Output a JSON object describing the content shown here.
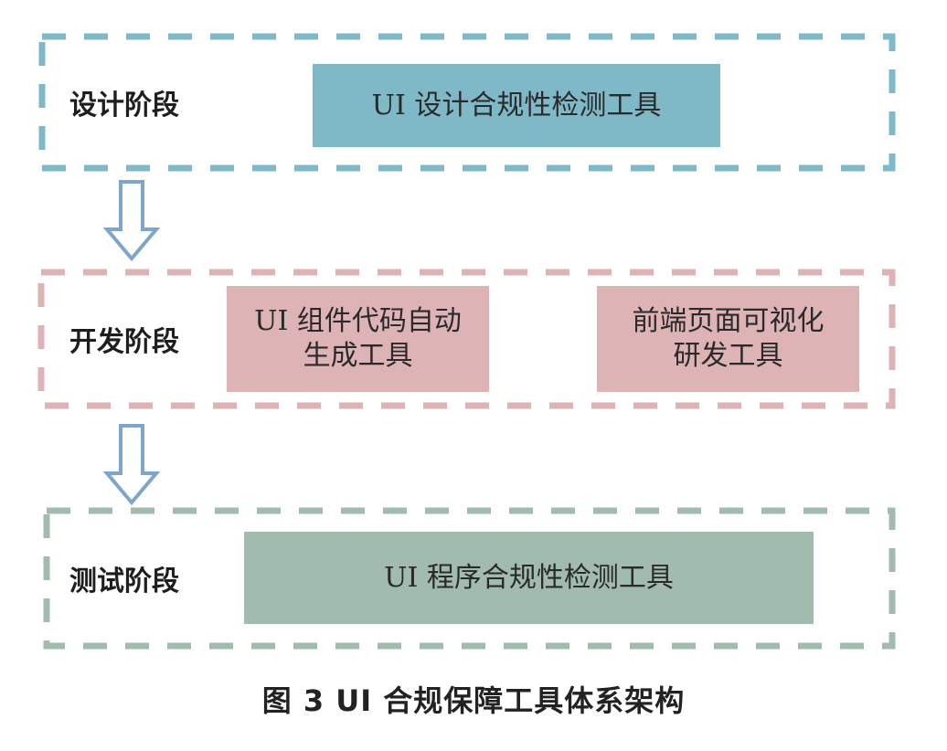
{
  "colors": {
    "design": "#7fb8c6",
    "develop": "#ddb3b5",
    "test": "#a1bcae",
    "arrow": "#7ea6cc"
  },
  "stages": [
    {
      "id": "design",
      "label": "设计阶段",
      "tools": [
        "UI 设计合规性检测工具"
      ]
    },
    {
      "id": "develop",
      "label": "开发阶段",
      "tools": [
        "UI 组件代码自动\n生成工具",
        "前端页面可视化\n研发工具"
      ]
    },
    {
      "id": "test",
      "label": "测试阶段",
      "tools": [
        "UI 程序合规性检测工具"
      ]
    }
  ],
  "arrows": [
    "down-arrow",
    "down-arrow"
  ],
  "caption": "图 3 UI 合规保障工具体系架构"
}
